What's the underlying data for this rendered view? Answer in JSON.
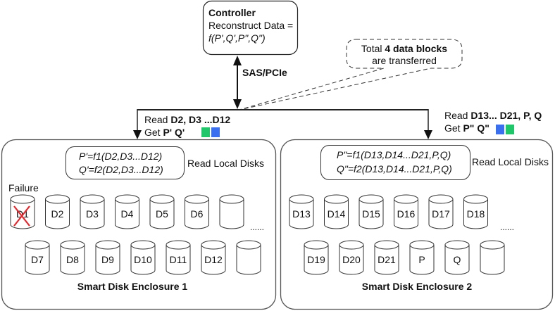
{
  "controller": {
    "title": "Controller",
    "line1": "Reconstruct Data =",
    "formula": "f(P',Q',P\",Q\")"
  },
  "link_label": "SAS/PCIe",
  "callout": {
    "prefix": "Total ",
    "bold": "4 data blocks",
    "line2": "are transferred"
  },
  "left_branch": {
    "read_prefix": "Read ",
    "read_bold": "D2, D3 ...D12",
    "get_prefix": "Get ",
    "get_bold": "P' Q'",
    "blocks": [
      "#1fc76a",
      "#3a6fef"
    ]
  },
  "right_branch": {
    "read_prefix": "Read ",
    "read_bold": "D13... D21, P, Q",
    "get_prefix": "Get ",
    "get_bold": "P\" Q\"",
    "blocks": [
      "#3a6fef",
      "#1fc76a"
    ]
  },
  "enclosure1": {
    "title": "Smart Disk Enclosure 1",
    "formula1": "P'=f1(D2,D3...D12)",
    "formula2": "Q'=f2(D2,D3...D12)",
    "read_local": "Read Local Disks",
    "failure_label": "Failure",
    "row1": [
      "D1",
      "D2",
      "D3",
      "D4",
      "D5",
      "D6",
      ""
    ],
    "row2": [
      "D7",
      "D8",
      "D9",
      "D10",
      "D11",
      "D12",
      ""
    ],
    "failed_disk": "D1",
    "ellipsis": "......"
  },
  "enclosure2": {
    "title": "Smart Disk Enclosure 2",
    "formula1": "P\"=f1(D13,D14...D21,P,Q)",
    "formula2": "Q\"=f2(D13,D14...D21,P,Q)",
    "read_local": "Read Local Disks",
    "row1": [
      "D13",
      "D14",
      "D15",
      "D16",
      "D17",
      "D18"
    ],
    "row2": [
      "D19",
      "D20",
      "D21",
      "P",
      "Q",
      ""
    ],
    "ellipsis": "......"
  },
  "colors": {
    "failure_mark": "#e8252b",
    "green_block": "#1fc76a",
    "blue_block": "#3a6fef"
  }
}
